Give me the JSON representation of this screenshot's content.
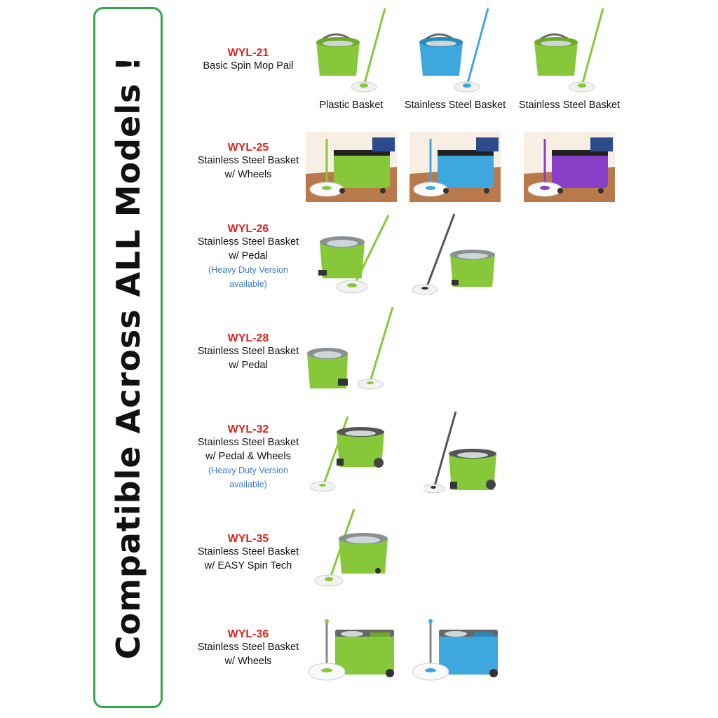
{
  "side_title": "Compatible Across ALL Models !",
  "models": [
    {
      "code": "WYL-21",
      "desc": [
        "Basic Spin Mop Pail"
      ],
      "note": []
    },
    {
      "code": "WYL-25",
      "desc": [
        "Stainless Steel Basket",
        "w/ Wheels"
      ],
      "note": []
    },
    {
      "code": "WYL-26",
      "desc": [
        "Stainless Steel Basket",
        "w/ Pedal"
      ],
      "note": [
        "(Heavy Duty Version",
        "available)"
      ]
    },
    {
      "code": "WYL-28",
      "desc": [
        "Stainless Steel Basket",
        "w/ Pedal"
      ],
      "note": []
    },
    {
      "code": "WYL-32",
      "desc": [
        "Stainless Steel Basket",
        "w/ Pedal & Wheels"
      ],
      "note": [
        "(Heavy Duty Version",
        "available)"
      ]
    },
    {
      "code": "WYL-35",
      "desc": [
        "Stainless Steel Basket",
        "w/ EASY Spin Tech"
      ],
      "note": []
    },
    {
      "code": "WYL-36",
      "desc": [
        "Stainless Steel Basket",
        "w/ Wheels"
      ],
      "note": []
    }
  ],
  "wyl21_captions": [
    "Plastic Basket",
    "Stainless Steel Basket",
    "Stainless Steel Basket"
  ],
  "colors": {
    "green": "#86c83a",
    "blue": "#3ea8de",
    "purple": "#8a3fc8",
    "label_red": "#e0231c",
    "note_blue": "#3c78c8",
    "border_green": "#2fa84f"
  },
  "icons": [
    "spin-mop-bucket-icon"
  ]
}
